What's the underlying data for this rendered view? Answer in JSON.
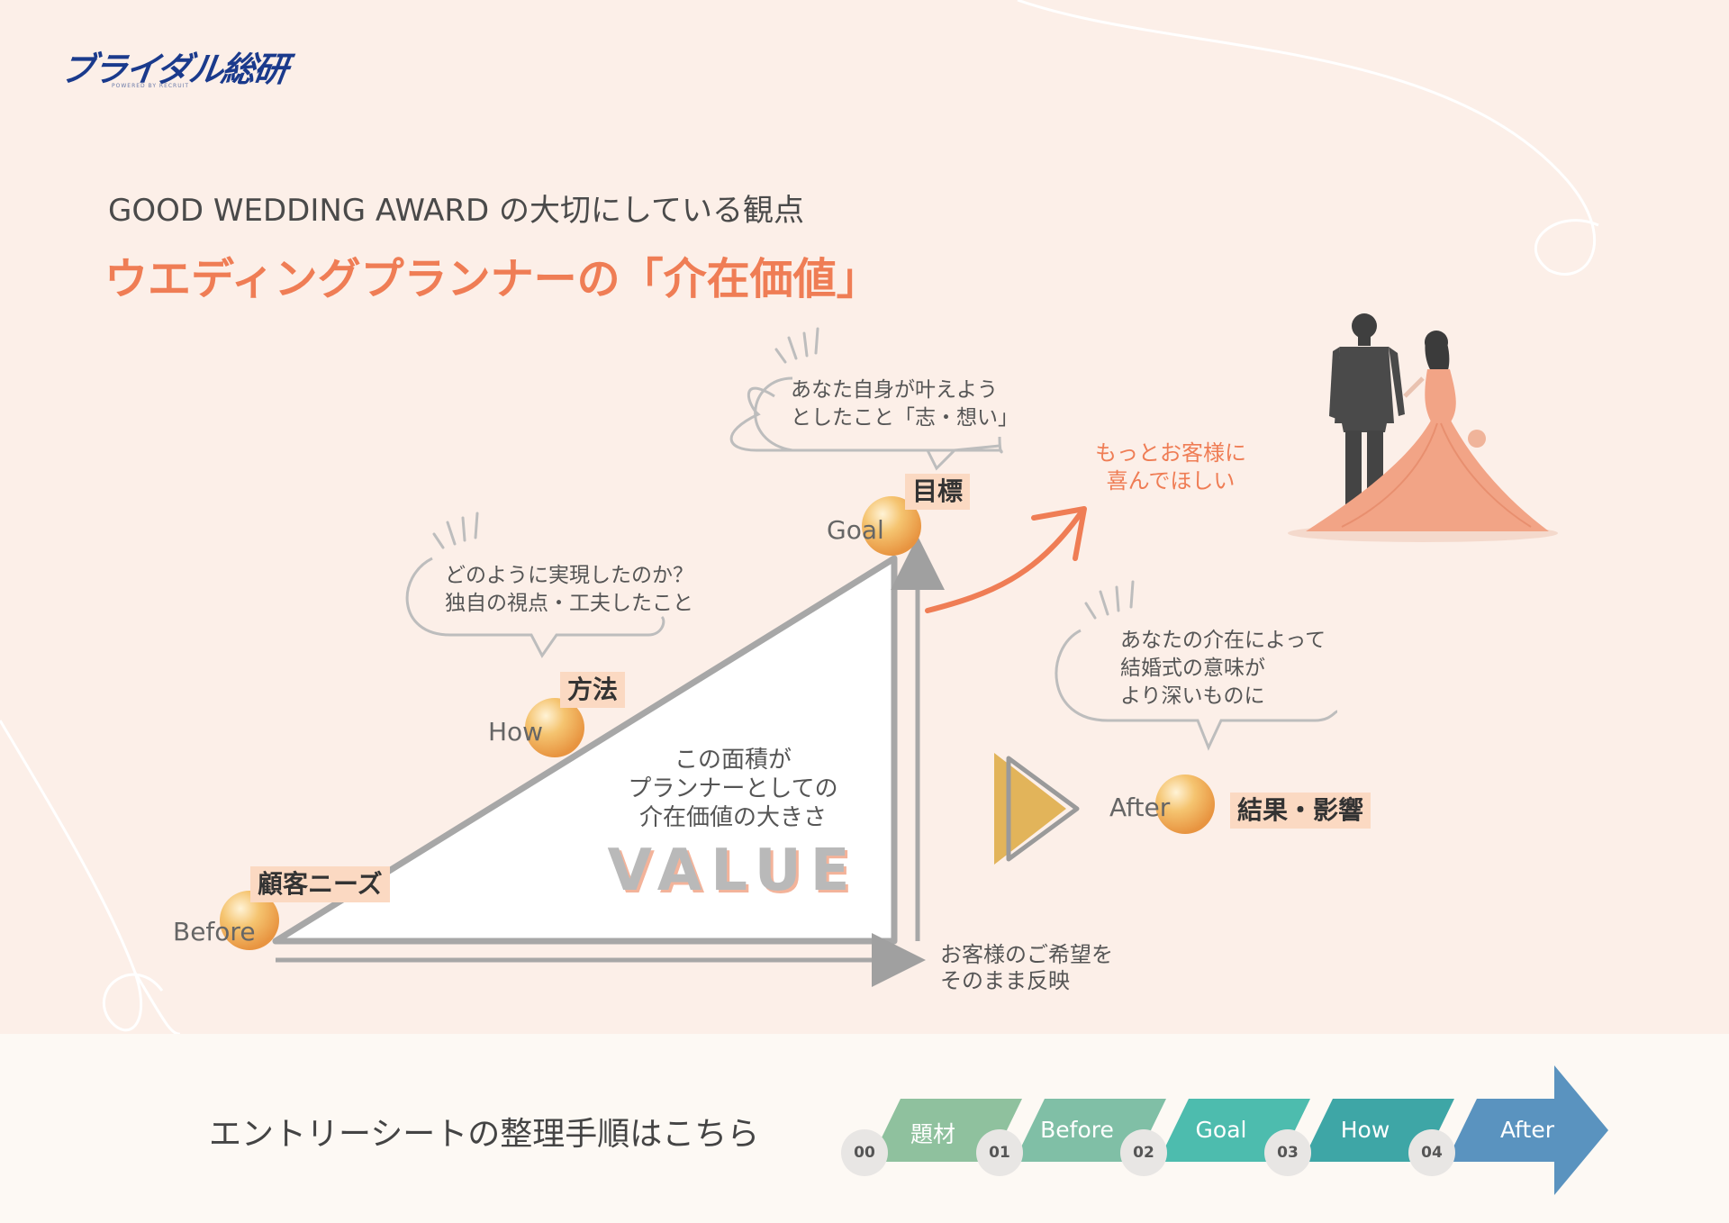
{
  "logo": {
    "main": "ブライダル総研",
    "sub": "POWERED BY RECRUIT"
  },
  "header": {
    "subtitle": "GOOD WEDDING AWARD の大切にしている観点",
    "title": "ウエディングプランナーの「介在価値」"
  },
  "diagram": {
    "goal_bubble": "あなた自身が叶えよう\nとしたこと「志・想い」",
    "how_bubble": "どのように実現したのか？\n独自の視点・工夫したこと",
    "after_bubble": "あなたの介在によって\n結婚式の意味が\nより深いものに",
    "points": {
      "before": {
        "label": "Before",
        "tag": "顧客ニーズ"
      },
      "how": {
        "label": "How",
        "tag": "方法"
      },
      "goal": {
        "label": "Goal",
        "tag": "目標"
      },
      "after": {
        "label": "After",
        "tag": "結果・影響"
      }
    },
    "area_text": "この面積が\nプランナーとしての\n介在価値の大きさ",
    "value_word": "VALUE",
    "coral_text": "もっとお客様に\n喜んでほしい",
    "axis_note": "お客様のご希望を\nそのまま反映"
  },
  "footer": {
    "text": "エントリーシートの整理手順はこちら",
    "steps": [
      {
        "num": "00",
        "label": "題材",
        "color": "#8fc19e"
      },
      {
        "num": "01",
        "label": "Before",
        "color": "#80bfa6"
      },
      {
        "num": "02",
        "label": "Goal",
        "color": "#4dbcae"
      },
      {
        "num": "03",
        "label": "How",
        "color": "#3ea6a6"
      },
      {
        "num": "04",
        "label": "After",
        "color": "#5a93bf"
      }
    ]
  },
  "colors": {
    "accent": "#ef7d55",
    "background": "#fcefe8",
    "tag_bg": "#fbd9c2",
    "triangle_stroke": "#a7a7a7",
    "dot": "#f0a040",
    "play_icon": "#e2b45a",
    "navy": "#1a3a8c"
  }
}
